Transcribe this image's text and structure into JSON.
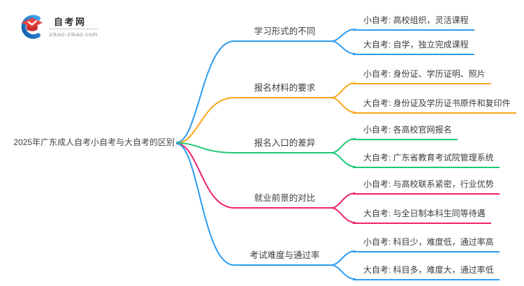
{
  "logo": {
    "title": "自考网",
    "domain": "zikao-zikao.com",
    "icon": "graduation-cap-icon",
    "colors": {
      "cap_red": "#e6413d",
      "swoosh_blue_dark": "#0d5ba8",
      "swoosh_blue_light": "#3fa3ea"
    }
  },
  "mindmap": {
    "root": "2025年广东成人自考小自考与大自考的区别",
    "palette": {
      "blue": "#2d9bf0",
      "orange": "#faa61b",
      "green": "#1ec873",
      "pink": "#ee2170"
    },
    "branches": [
      {
        "label": "学习形式的不同",
        "color": "#2d9bf0",
        "children": [
          "小自考: 高校组织，灵活课程",
          "大自考: 自学，独立完成课程"
        ]
      },
      {
        "label": "报名材料的要求",
        "color": "#faa61b",
        "children": [
          "小自考: 身份证、学历证明、照片",
          "大自考: 身份证及学历证书原件和复印件"
        ]
      },
      {
        "label": "报名入口的差异",
        "color": "#1ec873",
        "children": [
          "小自考: 各高校官网报名",
          "大自考: 广东省教育考试院管理系统"
        ]
      },
      {
        "label": "就业前景的对比",
        "color": "#ee2170",
        "children": [
          "小自考: 与高校联系紧密，行业优势",
          "大自考: 与全日制本科生同等待遇"
        ]
      },
      {
        "label": "考试难度与通过率",
        "color": "#2d9bf0",
        "children": [
          "小自考: 科目少，难度低，通过率高",
          "大自考: 科目多，难度大，通过率低"
        ]
      }
    ]
  }
}
